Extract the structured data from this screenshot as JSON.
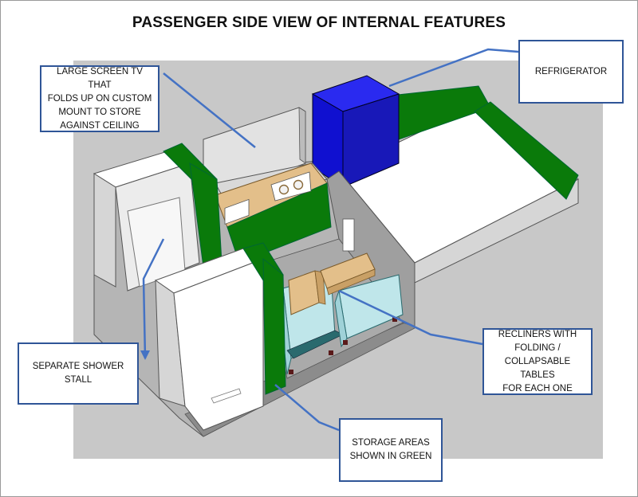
{
  "title": "PASSENGER SIDE VIEW OF INTERNAL FEATURES",
  "callouts": {
    "tv": "LARGE SCREEN TV THAT\nFOLDS UP ON CUSTOM\nMOUNT TO STORE\nAGAINST CEILING",
    "refrigerator": "REFRIGERATOR",
    "shower": "SEPARATE SHOWER\nSTALL",
    "recliners": "RECLINERS WITH\nFOLDING /\nCOLLAPSABLE TABLES\nFOR EACH ONE",
    "storage": "STORAGE AREAS\nSHOWN IN GREEN"
  },
  "colors": {
    "background_plate": "#c8c8c8",
    "storage": "#0a7a0a",
    "refrigerator": "#1010d0",
    "countertop": "#e3bf8a",
    "recliner": "#bfe6ea",
    "callout_border": "#2f5597",
    "leader_line": "#4472c4"
  }
}
